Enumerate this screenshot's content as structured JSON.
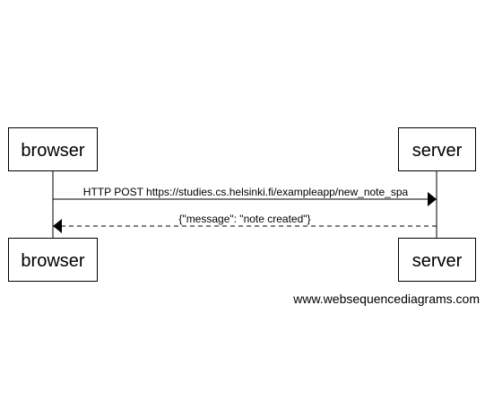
{
  "participants": {
    "left": "browser",
    "right": "server"
  },
  "messages": [
    {
      "from": "browser",
      "to": "server",
      "label": "HTTP POST https://studies.cs.helsinki.fi/exampleapp/new_note_spa",
      "style": "solid"
    },
    {
      "from": "server",
      "to": "browser",
      "label": "{\"message\": \"note created\"}",
      "style": "dashed"
    }
  ],
  "watermark": "www.websequencediagrams.com",
  "colors": {
    "stroke": "#000000",
    "background": "#ffffff"
  }
}
